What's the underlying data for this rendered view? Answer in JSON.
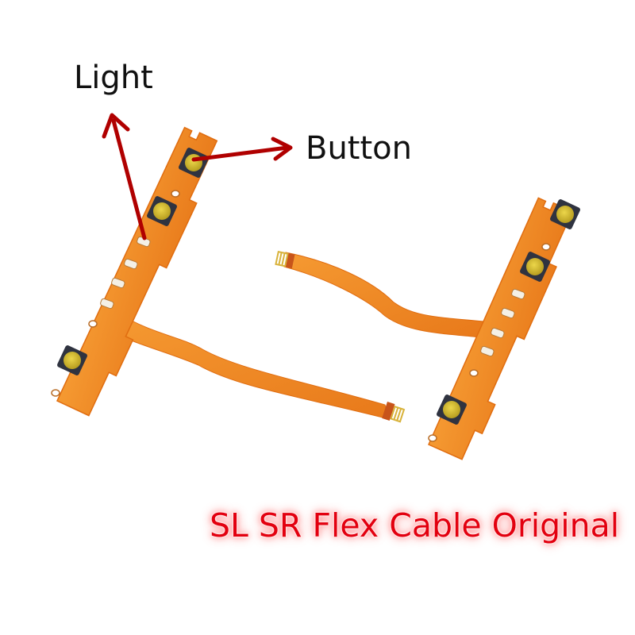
{
  "annotations": {
    "light_label": "Light",
    "button_label": "Button"
  },
  "caption": "SL SR  Flex Cable Original",
  "colors": {
    "background": "#ffffff",
    "flex_pcb": "#f0841c",
    "flex_pcb_edge": "#e06d10",
    "button_cap": "#d9c233",
    "button_body": "#2f3340",
    "arrow": "#b00000",
    "caption_text": "#e3000f",
    "caption_glow": "#ff9d9d",
    "label_text": "#111111"
  },
  "components": {
    "left_cable": {
      "buttons": 3,
      "leds": 4,
      "mount_holes": 3
    },
    "right_cable": {
      "buttons": 3,
      "leds": 4,
      "mount_holes": 3
    }
  }
}
